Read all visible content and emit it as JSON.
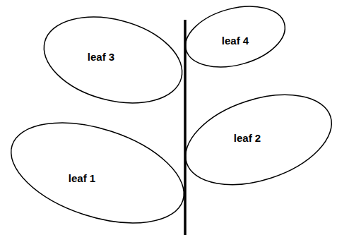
{
  "diagram": {
    "nodes": [
      {
        "text": [
          "leaf 3"
        ]
      },
      {
        "text": [
          "leaf 4"
        ]
      },
      {
        "text": [
          "leaf 1"
        ]
      },
      {
        "text": [
          "leaf 2"
        ]
      }
    ]
  }
}
